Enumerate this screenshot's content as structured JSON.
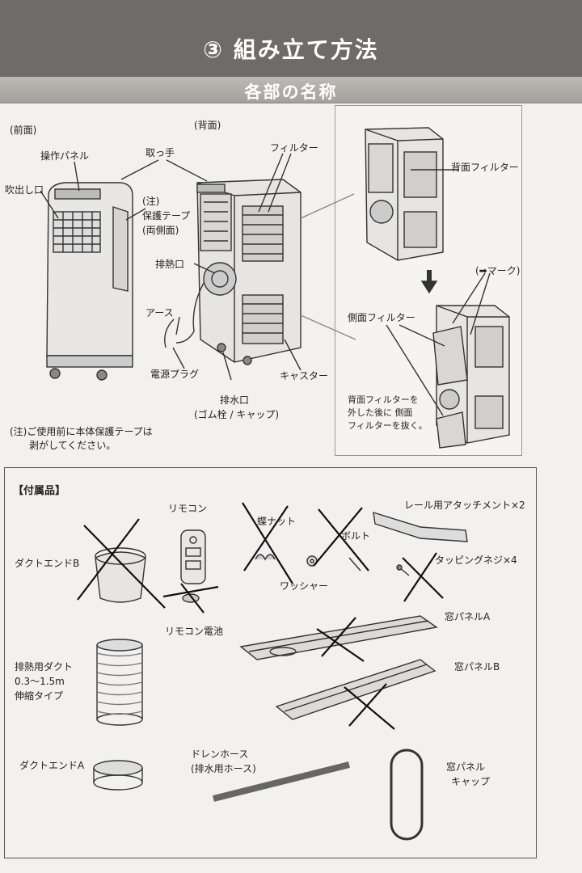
{
  "header": {
    "title": "③ 組み立て方法",
    "subtitle": "各部の名称"
  },
  "front": {
    "heading": "(前面)",
    "labels": {
      "control_panel": "操作パネル",
      "outlet": "吹出し口",
      "note_mark": "(注)",
      "protect_tape": "保護テープ",
      "both_sides": "(両側面)"
    }
  },
  "back": {
    "heading": "(背面)",
    "labels": {
      "handle": "取っ手",
      "filter": "フィルター",
      "exhaust": "排熱口",
      "earth": "アース",
      "power_plug": "電源プラグ",
      "caster": "キャスター",
      "drain": "排水口",
      "drain_sub": "(ゴム栓 / キャップ)"
    }
  },
  "side_panel": {
    "rear_filter": "背面フィルター",
    "mark": "(➡マーク)",
    "side_filter": "側面フィルター",
    "instruction_1": "背面フィルターを",
    "instruction_2": "外した後に 側面",
    "instruction_3": "フィルターを抜く。"
  },
  "caution": {
    "line1": "(注)ご使用前に本体保護テープは",
    "line2": "剥がしてください。"
  },
  "accessories": {
    "heading": "【付属品】",
    "items": {
      "remote": "リモコン",
      "wing_nut": "蝶ナット",
      "bolt": "ボルト",
      "rail_attach": "レール用アタッチメント×2",
      "duct_end_b": "ダクトエンドB",
      "tapping_screw": "タッピングネジ×4",
      "washer": "ワッシャー",
      "remote_battery": "リモコン電池",
      "window_panel_a": "窓パネルA",
      "window_panel_b": "窓パネルB",
      "exhaust_duct": "排熱用ダクト",
      "duct_len": "0.3～1.5m",
      "duct_type": "伸縮タイプ",
      "drain_hose": "ドレンホース",
      "drain_hose_sub": "(排水用ホース)",
      "duct_end_a": "ダクトエンドA",
      "window_cap_1": "窓パネル",
      "window_cap_2": "キャップ"
    }
  }
}
